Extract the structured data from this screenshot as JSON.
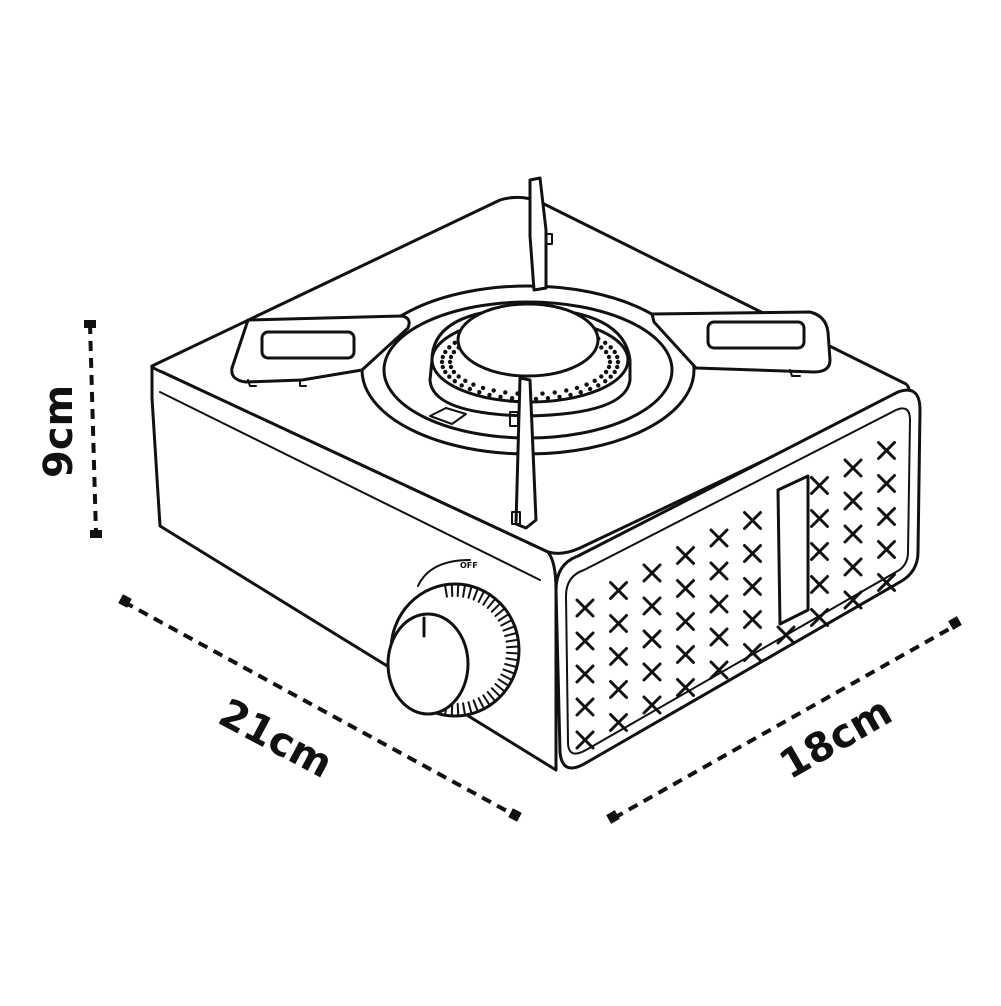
{
  "dimensions": {
    "height": "9cm",
    "length": "21cm",
    "width": "18cm"
  },
  "knob": {
    "off_label": "OFF"
  },
  "colors": {
    "line": "#111111",
    "background": "#ffffff"
  }
}
